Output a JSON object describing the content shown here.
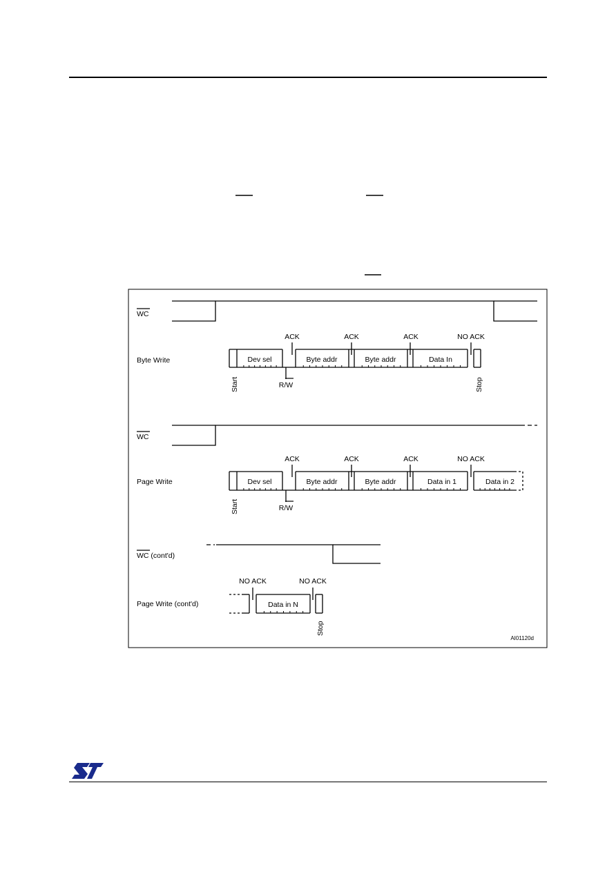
{
  "diagram": {
    "id": "AI01120d",
    "signals": {
      "wc": "WC",
      "wc_contd": "WC (cont'd)",
      "byte_write": "Byte Write",
      "page_write": "Page Write",
      "page_write_contd": "Page Write (cont'd)"
    },
    "fields": {
      "dev_sel": "Dev sel",
      "byte_addr": "Byte addr",
      "data_in": "Data In",
      "data_in_1": "Data in 1",
      "data_in_2": "Data in 2",
      "data_in_n": "Data in N"
    },
    "markers": {
      "ack": "ACK",
      "no_ack": "NO ACK",
      "start": "Start",
      "stop": "Stop",
      "rw": "R/W"
    }
  },
  "colors": {
    "line": "#000000",
    "background": "#ffffff",
    "logo": "#1a2b8c"
  }
}
